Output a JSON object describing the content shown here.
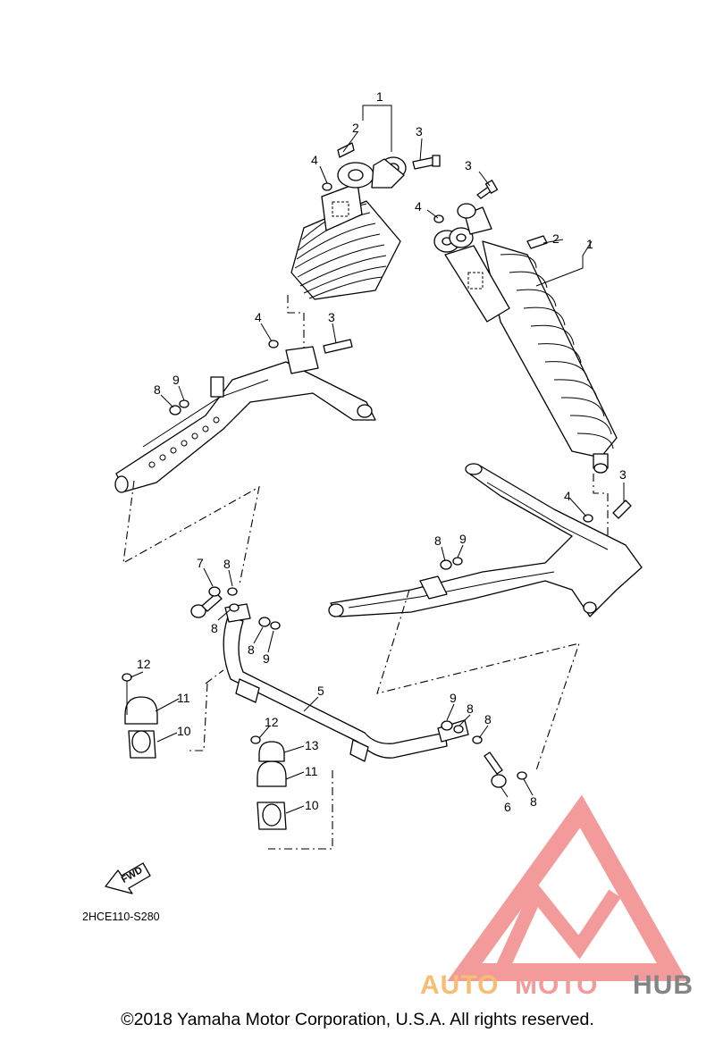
{
  "diagram_code": "2HCE110-S280",
  "fwd_label": "FWD",
  "copyright": "©2018 Yamaha Motor Corporation, U.S.A. All rights reserved.",
  "watermark": {
    "text_auto": "AUTO",
    "text_moto": "MOTO",
    "text_hub": "HUB",
    "color_primary": "#f28a8a",
    "color_accent": "#f6b25a",
    "color_dark": "#6f6f6f"
  },
  "callouts": {
    "c1a": "1",
    "c2a": "2",
    "c3a": "3",
    "c4a": "4",
    "c3b": "3",
    "c4b": "4",
    "c1c": "1",
    "c2c": "2",
    "c3c": "3",
    "c4c": "4",
    "c3d": "3",
    "c4d": "4",
    "c8a": "8",
    "c9a": "9",
    "c8b": "8",
    "c9b": "9",
    "c7": "7",
    "c8c": "8",
    "c8d": "8",
    "c8e": "8",
    "c9c": "9",
    "c5": "5",
    "c12a": "12",
    "c11a": "11",
    "c10a": "10",
    "c12b": "12",
    "c13": "13",
    "c11b": "11",
    "c10b": "10",
    "c9d": "9",
    "c8f": "8",
    "c8g": "8",
    "c6": "6",
    "c8h": "8"
  }
}
